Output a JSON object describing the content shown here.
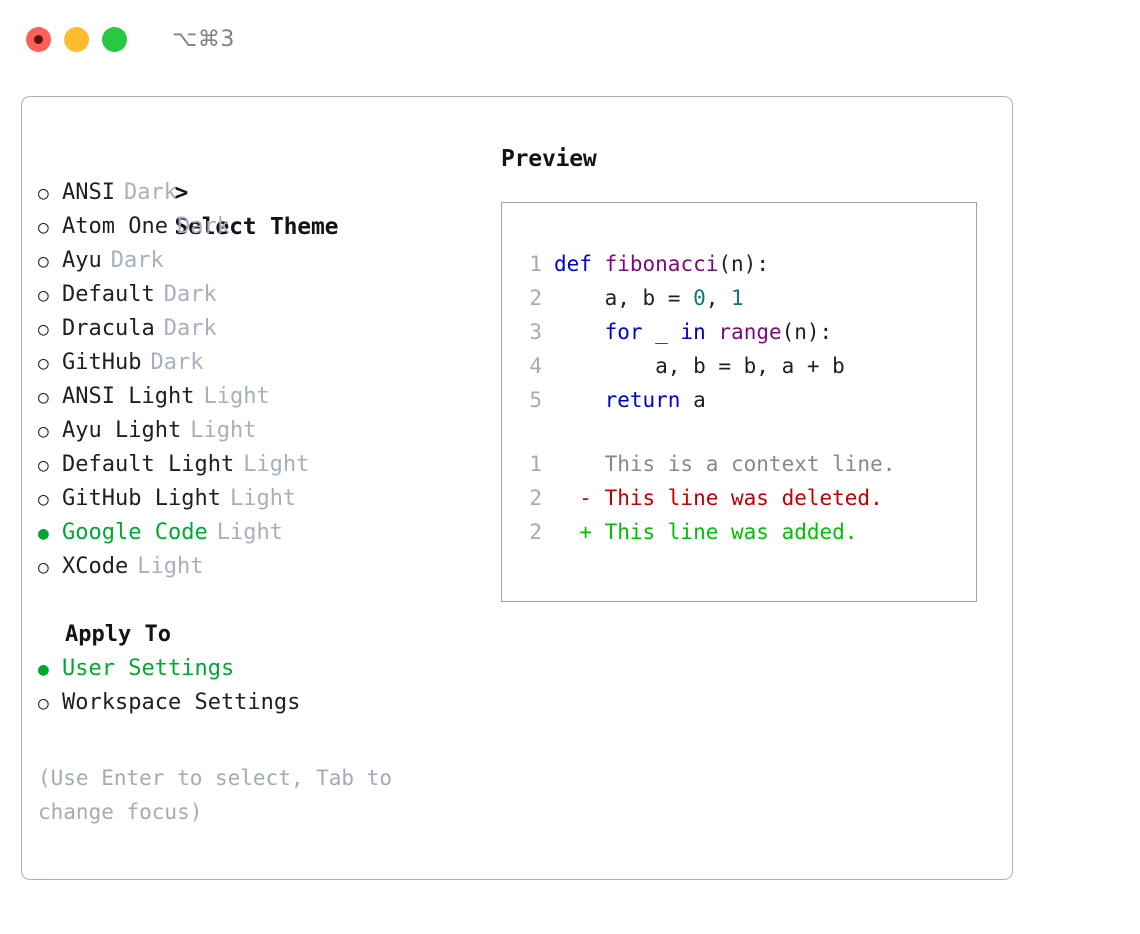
{
  "window": {
    "shortcut": "⌥⌘3",
    "traffic_lights": [
      "close-red",
      "minimize-yellow",
      "maximize-green"
    ]
  },
  "theme_picker": {
    "caret": ">",
    "title": "Select Theme",
    "marker_selected": "●",
    "marker_unselected": "○",
    "selected_color": "#00a833",
    "badge_color": "#a8b0bd",
    "items": [
      {
        "label": "ANSI",
        "badge": "Dark",
        "selected": false
      },
      {
        "label": "Atom One",
        "badge": "Dark",
        "selected": false
      },
      {
        "label": "Ayu",
        "badge": "Dark",
        "selected": false
      },
      {
        "label": "Default",
        "badge": "Dark",
        "selected": false
      },
      {
        "label": "Dracula",
        "badge": "Dark",
        "selected": false
      },
      {
        "label": "GitHub",
        "badge": "Dark",
        "selected": false
      },
      {
        "label": "ANSI Light",
        "badge": "Light",
        "selected": false
      },
      {
        "label": "Ayu Light",
        "badge": "Light",
        "selected": false
      },
      {
        "label": "Default Light",
        "badge": "Light",
        "selected": false
      },
      {
        "label": "GitHub Light",
        "badge": "Light",
        "selected": false
      },
      {
        "label": "Google Code",
        "badge": "Light",
        "selected": true
      },
      {
        "label": "XCode",
        "badge": "Light",
        "selected": false
      }
    ]
  },
  "apply_to": {
    "title": "Apply To",
    "items": [
      {
        "label": "User Settings",
        "selected": true
      },
      {
        "label": "Workspace Settings",
        "selected": false
      }
    ]
  },
  "hint": "(Use Enter to select, Tab to change focus)",
  "preview": {
    "title": "Preview",
    "code_lines": [
      {
        "no": "1",
        "indent": "",
        "tokens": [
          {
            "t": "def",
            "c": "kw"
          },
          {
            "t": " ",
            "c": "plain"
          },
          {
            "t": "fibonacci",
            "c": "fn"
          },
          {
            "t": "(n):",
            "c": "plain"
          }
        ]
      },
      {
        "no": "2",
        "indent": "    ",
        "tokens": [
          {
            "t": "a, b = ",
            "c": "plain"
          },
          {
            "t": "0",
            "c": "num"
          },
          {
            "t": ", ",
            "c": "plain"
          },
          {
            "t": "1",
            "c": "num"
          }
        ]
      },
      {
        "no": "3",
        "indent": "    ",
        "tokens": [
          {
            "t": "for",
            "c": "kw"
          },
          {
            "t": " _ ",
            "c": "plain"
          },
          {
            "t": "in",
            "c": "kw"
          },
          {
            "t": " ",
            "c": "plain"
          },
          {
            "t": "range",
            "c": "fn"
          },
          {
            "t": "(n):",
            "c": "plain"
          }
        ]
      },
      {
        "no": "4",
        "indent": "        ",
        "tokens": [
          {
            "t": "a, b = b, a + b",
            "c": "plain"
          }
        ]
      },
      {
        "no": "5",
        "indent": "    ",
        "tokens": [
          {
            "t": "return",
            "c": "kw"
          },
          {
            "t": " a",
            "c": "plain"
          }
        ]
      }
    ],
    "diff_lines": [
      {
        "no": "1",
        "sign": "  ",
        "text": "This is a context line.",
        "kind": "ctx"
      },
      {
        "no": "2",
        "sign": "- ",
        "text": "This line was deleted.",
        "kind": "del"
      },
      {
        "no": "2",
        "sign": "+ ",
        "text": "This line was added.",
        "kind": "add"
      }
    ],
    "colors": {
      "keyword": "#0000cc",
      "function": "#7b0a7b",
      "number": "#0d7878",
      "plain": "#1c2024",
      "lineno": "#a3abb8",
      "diff_context": "#808a96",
      "diff_deleted": "#c00000",
      "diff_added": "#00c000"
    }
  }
}
